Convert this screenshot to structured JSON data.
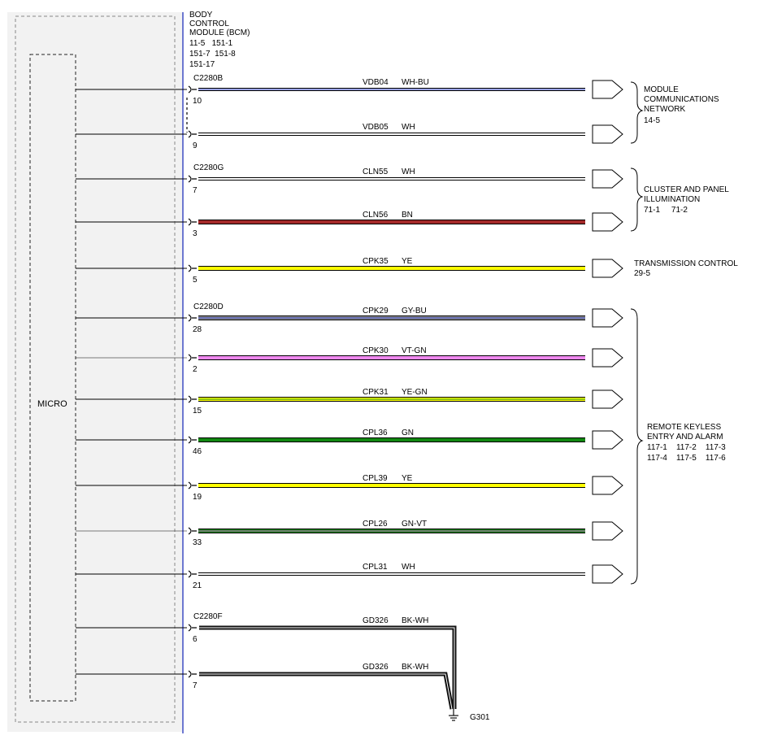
{
  "module": {
    "name_lines": [
      "BODY",
      "CONTROL",
      "MODULE (BCM)",
      "11-5   151-1",
      "151-7  151-8",
      "151-17"
    ],
    "micro_label": "MICRO",
    "border_color": "#2233bb",
    "fill_color": "#f2f2f2"
  },
  "connectors": [
    "C2280B",
    "C2280G",
    "C2280D",
    "C2280F"
  ],
  "wires": [
    {
      "circuit": "VDB04",
      "color_code": "WH-BU",
      "pin": "10",
      "connector": "C2280B",
      "base": "#ffffff",
      "stripe": "#3344cc"
    },
    {
      "circuit": "VDB05",
      "color_code": "WH",
      "pin": "9",
      "connector": "",
      "base": "#ffffff",
      "stripe": "#ffffff"
    },
    {
      "circuit": "CLN55",
      "color_code": "WH",
      "pin": "7",
      "connector": "C2280G",
      "base": "#ffffff",
      "stripe": "#ffffff"
    },
    {
      "circuit": "CLN56",
      "color_code": "BN",
      "pin": "3",
      "connector": "",
      "base": "#a52a2a",
      "stripe": "#a52a2a"
    },
    {
      "circuit": "CPK35",
      "color_code": "YE",
      "pin": "5",
      "connector": "",
      "base": "#ffff00",
      "stripe": "#ffff00"
    },
    {
      "circuit": "CPK29",
      "color_code": "GY-BU",
      "pin": "28",
      "connector": "C2280D",
      "base": "#909090",
      "stripe": "#3344cc"
    },
    {
      "circuit": "CPK30",
      "color_code": "VT-GN",
      "pin": "2",
      "connector": "",
      "base": "#ee88ee",
      "stripe": "#ee88ee"
    },
    {
      "circuit": "CPK31",
      "color_code": "YE-GN",
      "pin": "15",
      "connector": "",
      "base": "#ffff00",
      "stripe": "#228b22"
    },
    {
      "circuit": "CPL36",
      "color_code": "GN",
      "pin": "46",
      "connector": "",
      "base": "#118811",
      "stripe": "#118811"
    },
    {
      "circuit": "CPL39",
      "color_code": "YE",
      "pin": "19",
      "connector": "",
      "base": "#ffff00",
      "stripe": "#ffff00"
    },
    {
      "circuit": "CPL26",
      "color_code": "GN-VT",
      "pin": "33",
      "connector": "",
      "base": "#118811",
      "stripe": "#cc66cc"
    },
    {
      "circuit": "CPL31",
      "color_code": "WH",
      "pin": "21",
      "connector": "",
      "base": "#ffffff",
      "stripe": "#ffffff"
    },
    {
      "circuit": "GD326",
      "color_code": "BK-WH",
      "pin": "6",
      "connector": "C2280F",
      "base": "#111111",
      "stripe": "#ffffff"
    },
    {
      "circuit": "GD326",
      "color_code": "BK-WH",
      "pin": "7",
      "connector": "",
      "base": "#111111",
      "stripe": "#ffffff"
    }
  ],
  "destinations": [
    {
      "lines": [
        "MODULE",
        "COMMUNICATIONS",
        "NETWORK",
        "14-5"
      ]
    },
    {
      "lines": [
        "CLUSTER AND PANEL",
        "ILLUMINATION",
        "71-1     71-2"
      ]
    },
    {
      "lines": [
        "TRANSMISSION CONTROL",
        "29-5"
      ]
    },
    {
      "lines": [
        "REMOTE KEYLESS",
        "ENTRY AND ALARM",
        "117-1    117-2    117-3",
        "117-4    117-5    117-6"
      ]
    }
  ],
  "ground": {
    "label": "G301"
  }
}
